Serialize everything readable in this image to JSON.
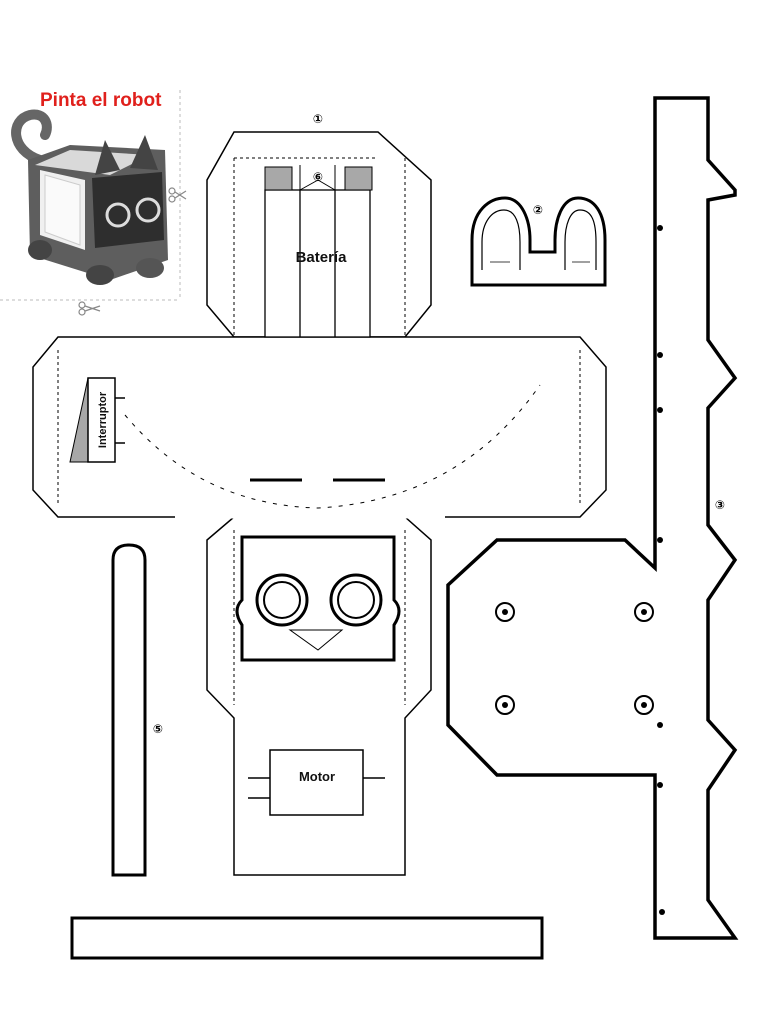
{
  "title": "Pinta el robot",
  "labels": {
    "battery": "Batería",
    "switch": "Interruptor",
    "motor": "Motor"
  },
  "piece_numbers": {
    "n1": "①",
    "n2": "②",
    "n3": "③",
    "n5": "⑤",
    "n6": "⑥"
  },
  "icons": {
    "scissors_1": "scissors-icon",
    "scissors_2": "scissors-icon"
  },
  "colors": {
    "title": "#e0201c",
    "lines": "#000000",
    "thumbnail": "#6b6b6b",
    "battery_caps": "#a8a8a8"
  }
}
